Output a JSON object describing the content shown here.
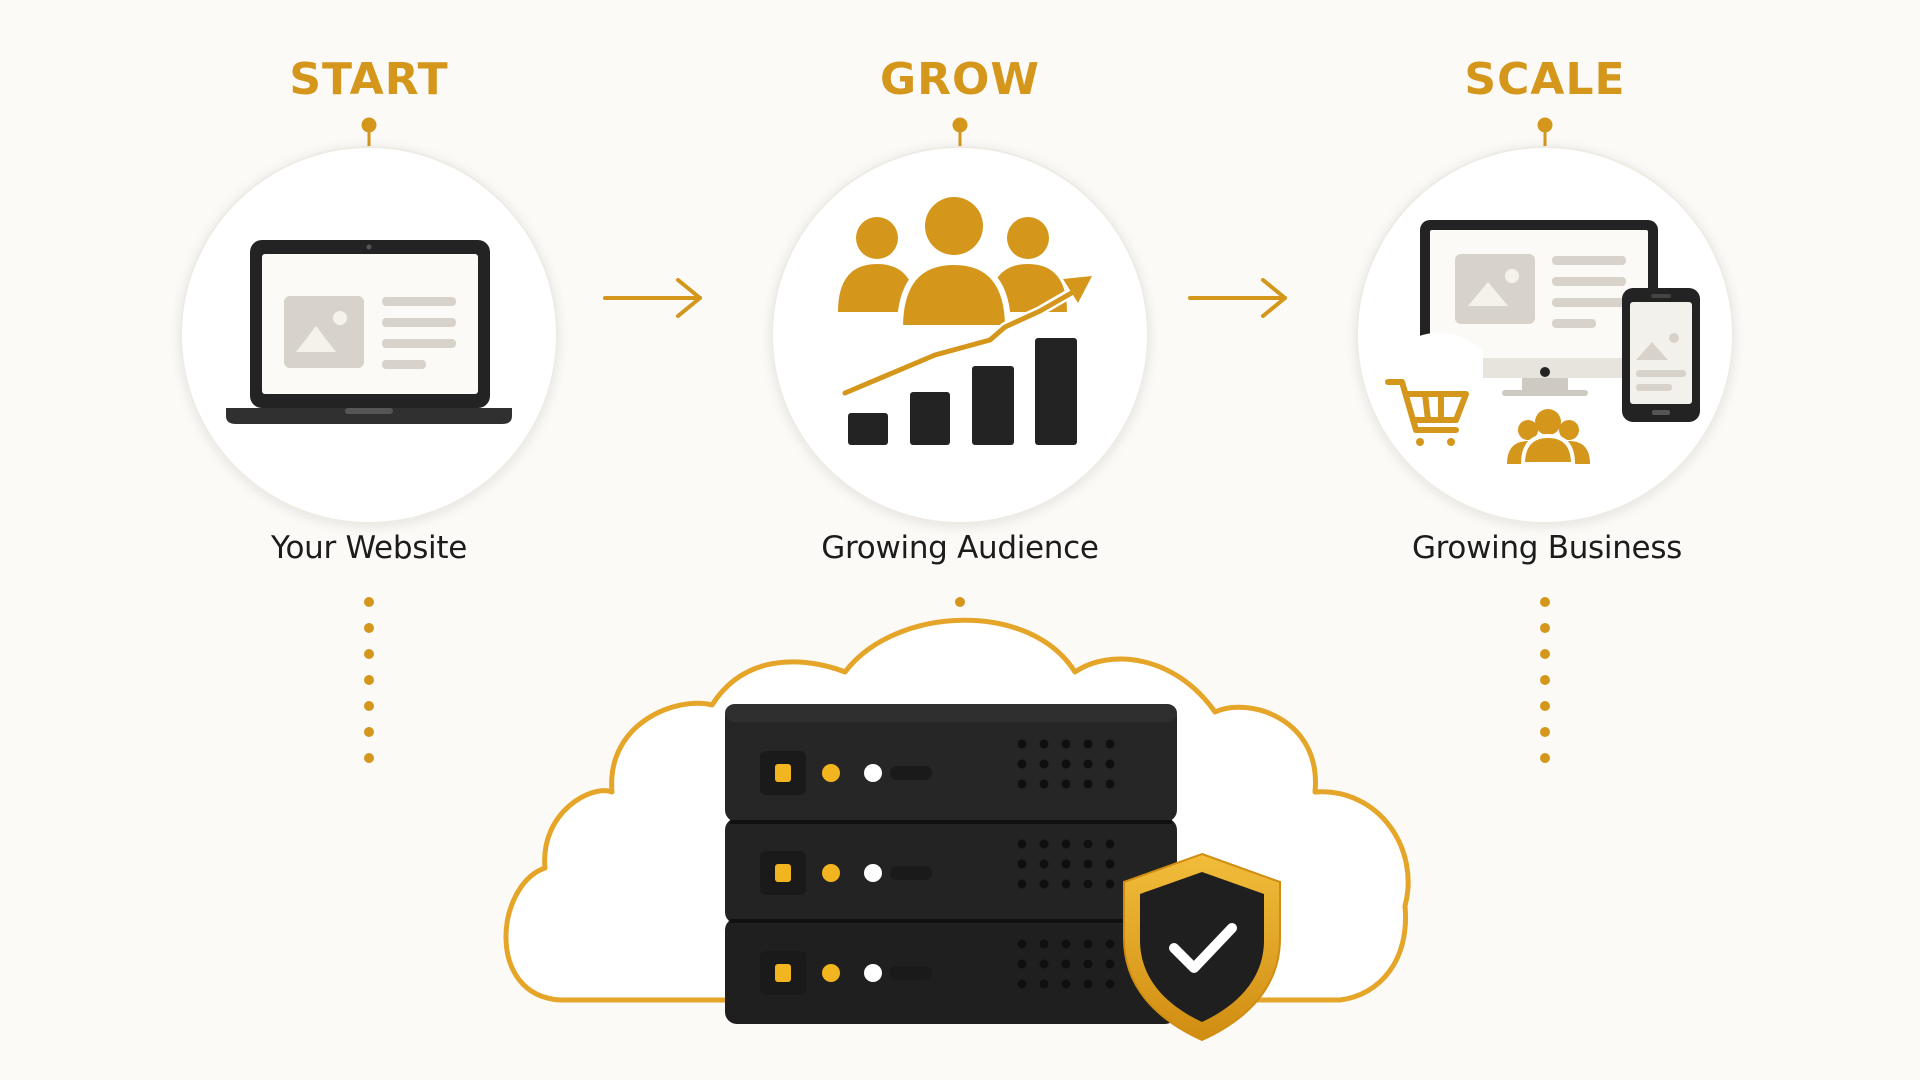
{
  "stages": [
    {
      "title": "START",
      "caption": "Your Website",
      "icon": "laptop-icon"
    },
    {
      "title": "GROW",
      "caption": "Growing Audience",
      "icon": "audience-growth-icon"
    },
    {
      "title": "SCALE",
      "caption": "Growing Business",
      "icon": "business-devices-icon"
    }
  ],
  "hosting": {
    "icon": "server-stack-icon",
    "badge_icon": "shield-check-icon",
    "cloud_icon": "cloud-icon"
  },
  "colors": {
    "accent": "#d4961b",
    "dark": "#232323",
    "background": "#fbfaf7",
    "circle": "#ffffff"
  }
}
